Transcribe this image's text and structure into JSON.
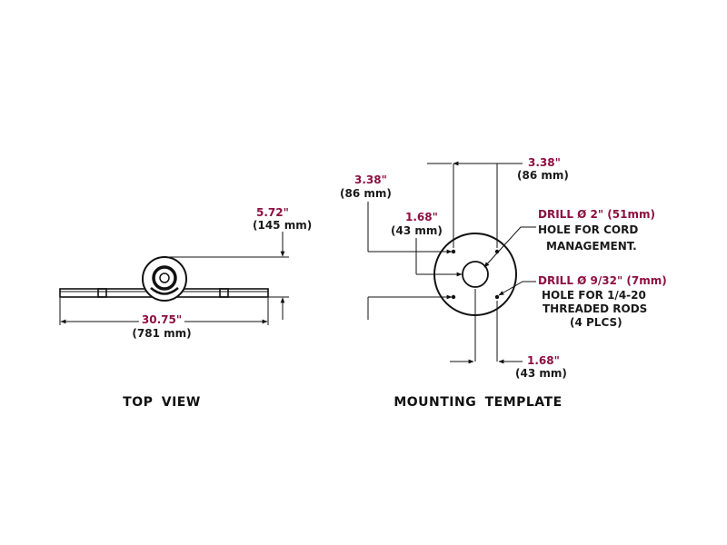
{
  "colors": {
    "dimension": "#8c1040",
    "line": "#111111",
    "text": "#1a1a1a"
  },
  "top_view": {
    "title": "TOP  VIEW",
    "height_value": "5.72\"",
    "height_metric": "(145 mm)",
    "width_value": "30.75\"",
    "width_metric": "(781 mm)"
  },
  "mounting_template": {
    "title": "MOUNTING  TEMPLATE",
    "left_offset_value": "3.38\"",
    "left_offset_metric": "(86 mm)",
    "left_small_value": "1.68\"",
    "left_small_metric": "(43 mm)",
    "right_offset_value": "3.38\"",
    "right_offset_metric": "(86 mm)",
    "bottom_small_value": "1.68\"",
    "bottom_small_metric": "(43 mm)",
    "drill_large": {
      "spec": "DRILL Ø 2\" (51mm)",
      "desc_line1": "HOLE FOR CORD",
      "desc_line2": "MANAGEMENT."
    },
    "drill_small": {
      "spec": "DRILL Ø 9/32\" (7mm)",
      "desc_line1": "HOLE FOR 1/4-20",
      "desc_line2": "THREADED RODS",
      "desc_line3": "(4 PLCS)"
    }
  }
}
